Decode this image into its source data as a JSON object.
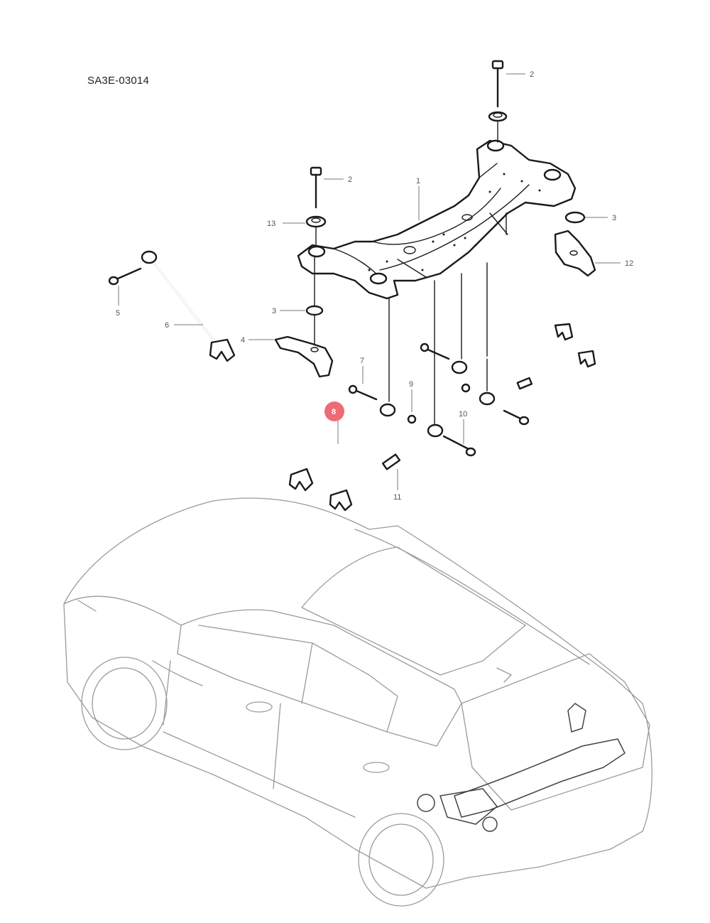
{
  "document_code": "SA3E-03014",
  "callouts": [
    {
      "id": "c2a",
      "text": "2",
      "highlight": false
    },
    {
      "id": "c2b",
      "text": "2",
      "highlight": false
    },
    {
      "id": "c1",
      "text": "1",
      "highlight": false
    },
    {
      "id": "c13",
      "text": "13",
      "highlight": false
    },
    {
      "id": "c3a",
      "text": "3",
      "highlight": false
    },
    {
      "id": "c3b",
      "text": "3",
      "highlight": false
    },
    {
      "id": "c12",
      "text": "12",
      "highlight": false
    },
    {
      "id": "c5",
      "text": "5",
      "highlight": false
    },
    {
      "id": "c6",
      "text": "6",
      "highlight": false
    },
    {
      "id": "c4",
      "text": "4",
      "highlight": false
    },
    {
      "id": "c7",
      "text": "7",
      "highlight": false
    },
    {
      "id": "c8",
      "text": "8",
      "highlight": true
    },
    {
      "id": "c9",
      "text": "9",
      "highlight": false
    },
    {
      "id": "c10",
      "text": "10",
      "highlight": false
    },
    {
      "id": "c11",
      "text": "11",
      "highlight": false
    }
  ],
  "colors": {
    "highlight": "#e94b55",
    "line_art": "#1a1a1a",
    "vehicle_outline": "#9a9a9a"
  }
}
